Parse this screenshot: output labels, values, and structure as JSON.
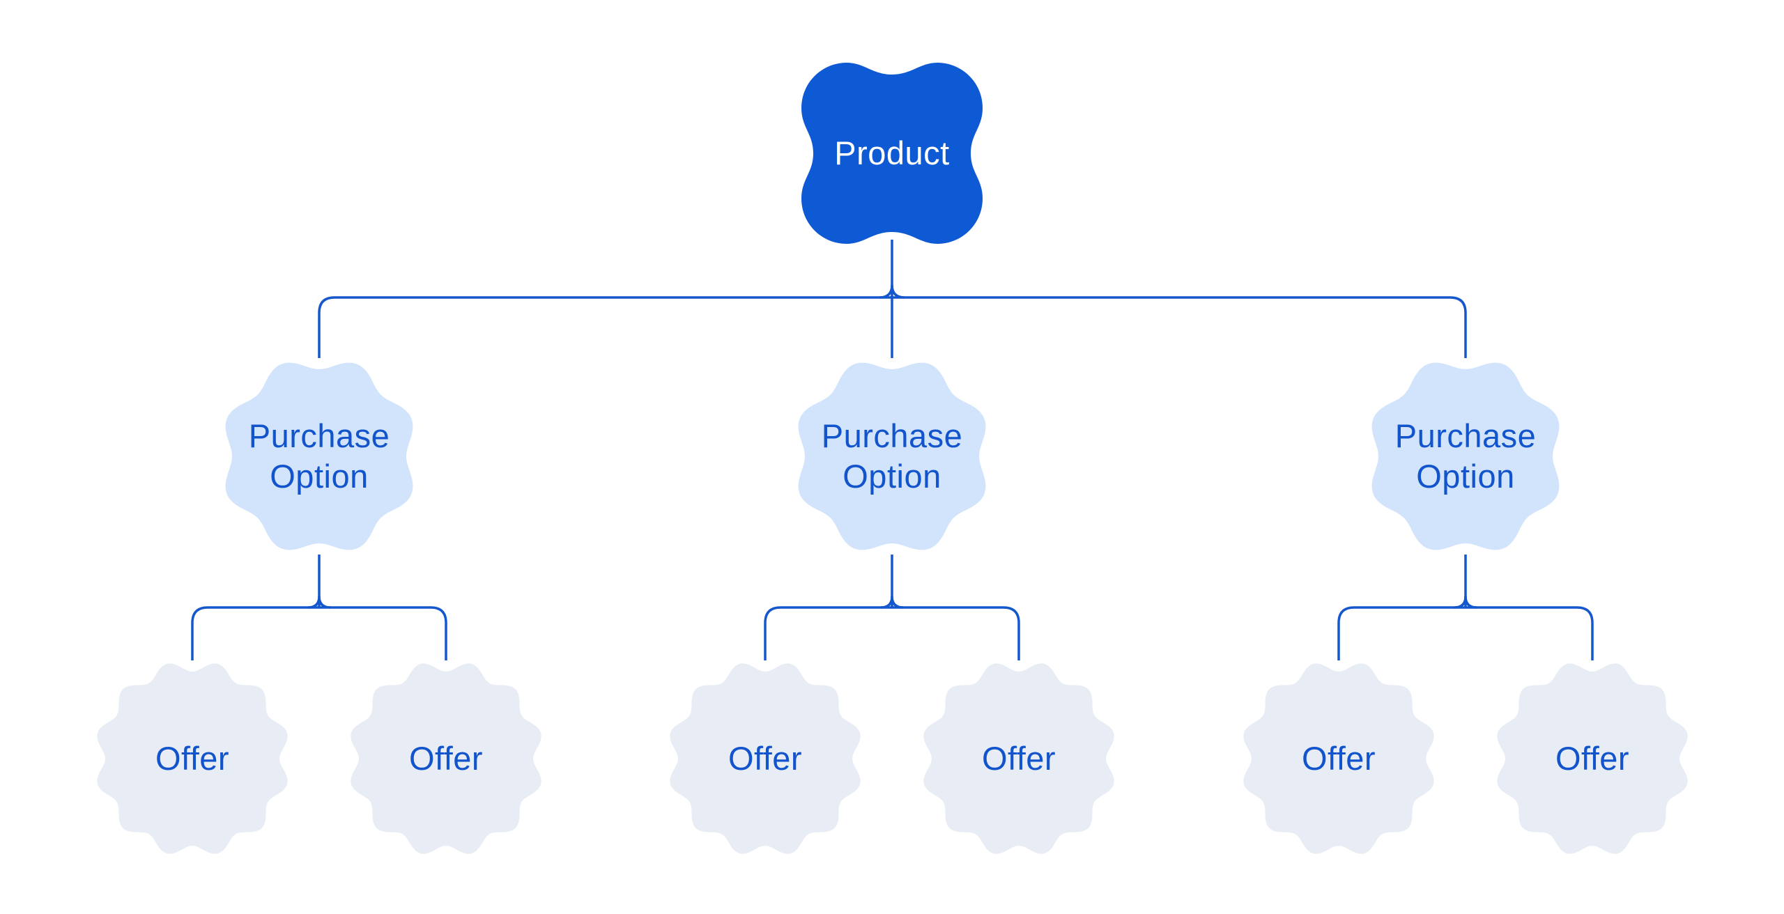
{
  "title": "Product hierarchy diagram",
  "colors": {
    "background": "#ffffff",
    "product-fill": "#0e59d4",
    "product-text": "#ffffff",
    "purchase-fill": "#d2e3fc",
    "offer-fill": "#e8edf5",
    "line-blue": "#1557cc",
    "label-blue": "#1254cb"
  },
  "diagram": {
    "product": {
      "label": "Product"
    },
    "purchase_options": [
      {
        "label": "Purchase Option",
        "offers": [
          {
            "label": "Offer"
          },
          {
            "label": "Offer"
          }
        ]
      },
      {
        "label": "Purchase Option",
        "offers": [
          {
            "label": "Offer"
          },
          {
            "label": "Offer"
          }
        ]
      },
      {
        "label": "Purchase Option",
        "offers": [
          {
            "label": "Offer"
          },
          {
            "label": "Offer"
          }
        ]
      }
    ]
  }
}
